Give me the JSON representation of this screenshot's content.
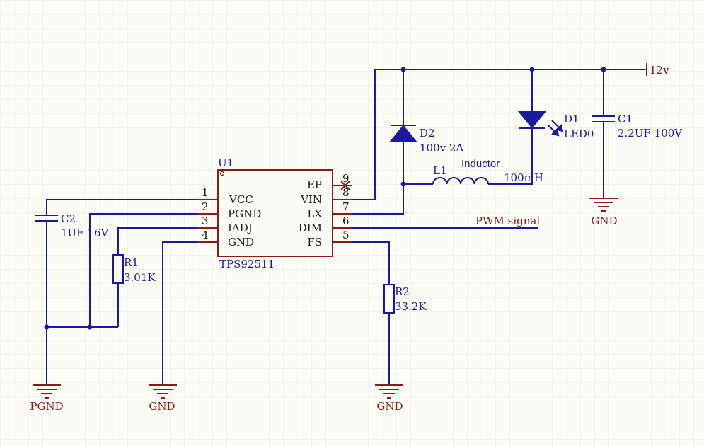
{
  "ic": {
    "ref": "U1",
    "part": "TPS92511",
    "pins": [
      {
        "num": "1",
        "name": "VCC"
      },
      {
        "num": "2",
        "name": "PGND"
      },
      {
        "num": "3",
        "name": "IADJ"
      },
      {
        "num": "4",
        "name": "GND"
      },
      {
        "num": "9",
        "name": "EP"
      },
      {
        "num": "8",
        "name": "VIN"
      },
      {
        "num": "7",
        "name": "LX"
      },
      {
        "num": "6",
        "name": "DIM"
      },
      {
        "num": "5",
        "name": "FS"
      }
    ]
  },
  "components": {
    "c2": {
      "ref": "C2",
      "value": "1UF 16V"
    },
    "r1": {
      "ref": "R1",
      "value": "3.01K"
    },
    "r2": {
      "ref": "R2",
      "value": "33.2K"
    },
    "d2": {
      "ref": "D2",
      "value": "100v 2A"
    },
    "l1": {
      "ref": "L1",
      "type": "Inductor",
      "value": "100mH"
    },
    "d1": {
      "ref": "D1",
      "value": "LED0"
    },
    "c1": {
      "ref": "C1",
      "value": "2.2UF 100V"
    }
  },
  "nets": {
    "supply": "12v",
    "pwm": "PWM signal",
    "pgnd": "PGND",
    "gnd_u1": "GND",
    "gnd_r2": "GND",
    "gnd_c1": "GND"
  },
  "colors": {
    "wire": "#1a1a9c",
    "part_outline": "#8b1a1a",
    "background": "#fcfcf7"
  }
}
